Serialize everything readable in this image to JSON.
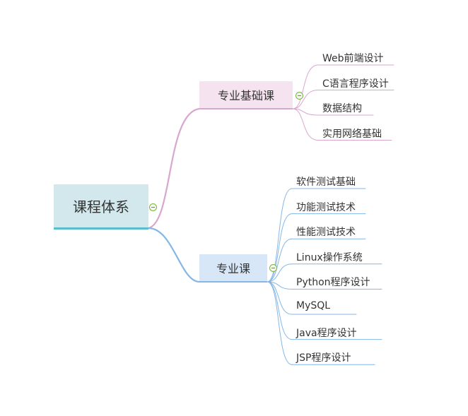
{
  "mindmap": {
    "root": {
      "label": "课程体系"
    },
    "branches": [
      {
        "label": "专业基础课",
        "color": "#d8a6cf",
        "children": [
          "Web前端设计",
          "C语言程序设计",
          "数据结构",
          "实用网络基础"
        ]
      },
      {
        "label": "专业课",
        "color": "#84b7e6",
        "children": [
          "软件测试基础",
          "功能测试技术",
          "性能测试技术",
          "Linux操作系统",
          "Python程序设计",
          "MySQL",
          "Java程序设计",
          "JSP程序设计"
        ]
      }
    ],
    "icons": {
      "collapse": "minus-circle-icon"
    }
  }
}
